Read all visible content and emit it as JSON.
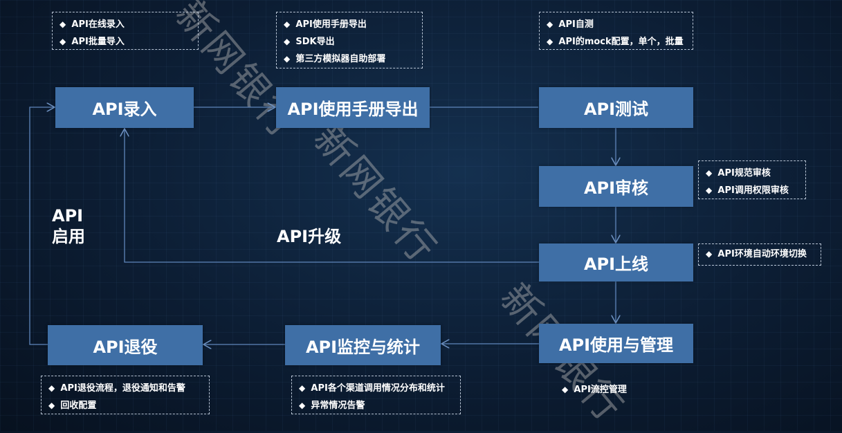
{
  "watermark": "新网银行",
  "boxes": {
    "entry": "API录入",
    "manual": "API使用手册导出",
    "test": "API测试",
    "review": "API审核",
    "online": "API上线",
    "usage": "API使用与管理",
    "monitor": "API监控与统计",
    "retire": "API退役"
  },
  "notes": {
    "entry": [
      "API在线录入",
      "API批量导入"
    ],
    "manual": [
      "API使用手册导出",
      "SDK导出",
      "第三方模拟器自助部署"
    ],
    "test": [
      "API自测",
      "API的mock配置，单个，批量"
    ],
    "review": [
      "API规范审核",
      "API调用权限审核"
    ],
    "online": [
      "API环境自动环境切换"
    ],
    "usage": [
      "API流控管理"
    ],
    "monitor": [
      "API各个渠道调用情况分布和统计",
      "异常情况告警"
    ],
    "retire": [
      "API退役流程，退役通知和告警",
      "回收配置"
    ]
  },
  "labels": {
    "enable_line1": "API",
    "enable_line2": "启用",
    "upgrade": "API升级"
  }
}
